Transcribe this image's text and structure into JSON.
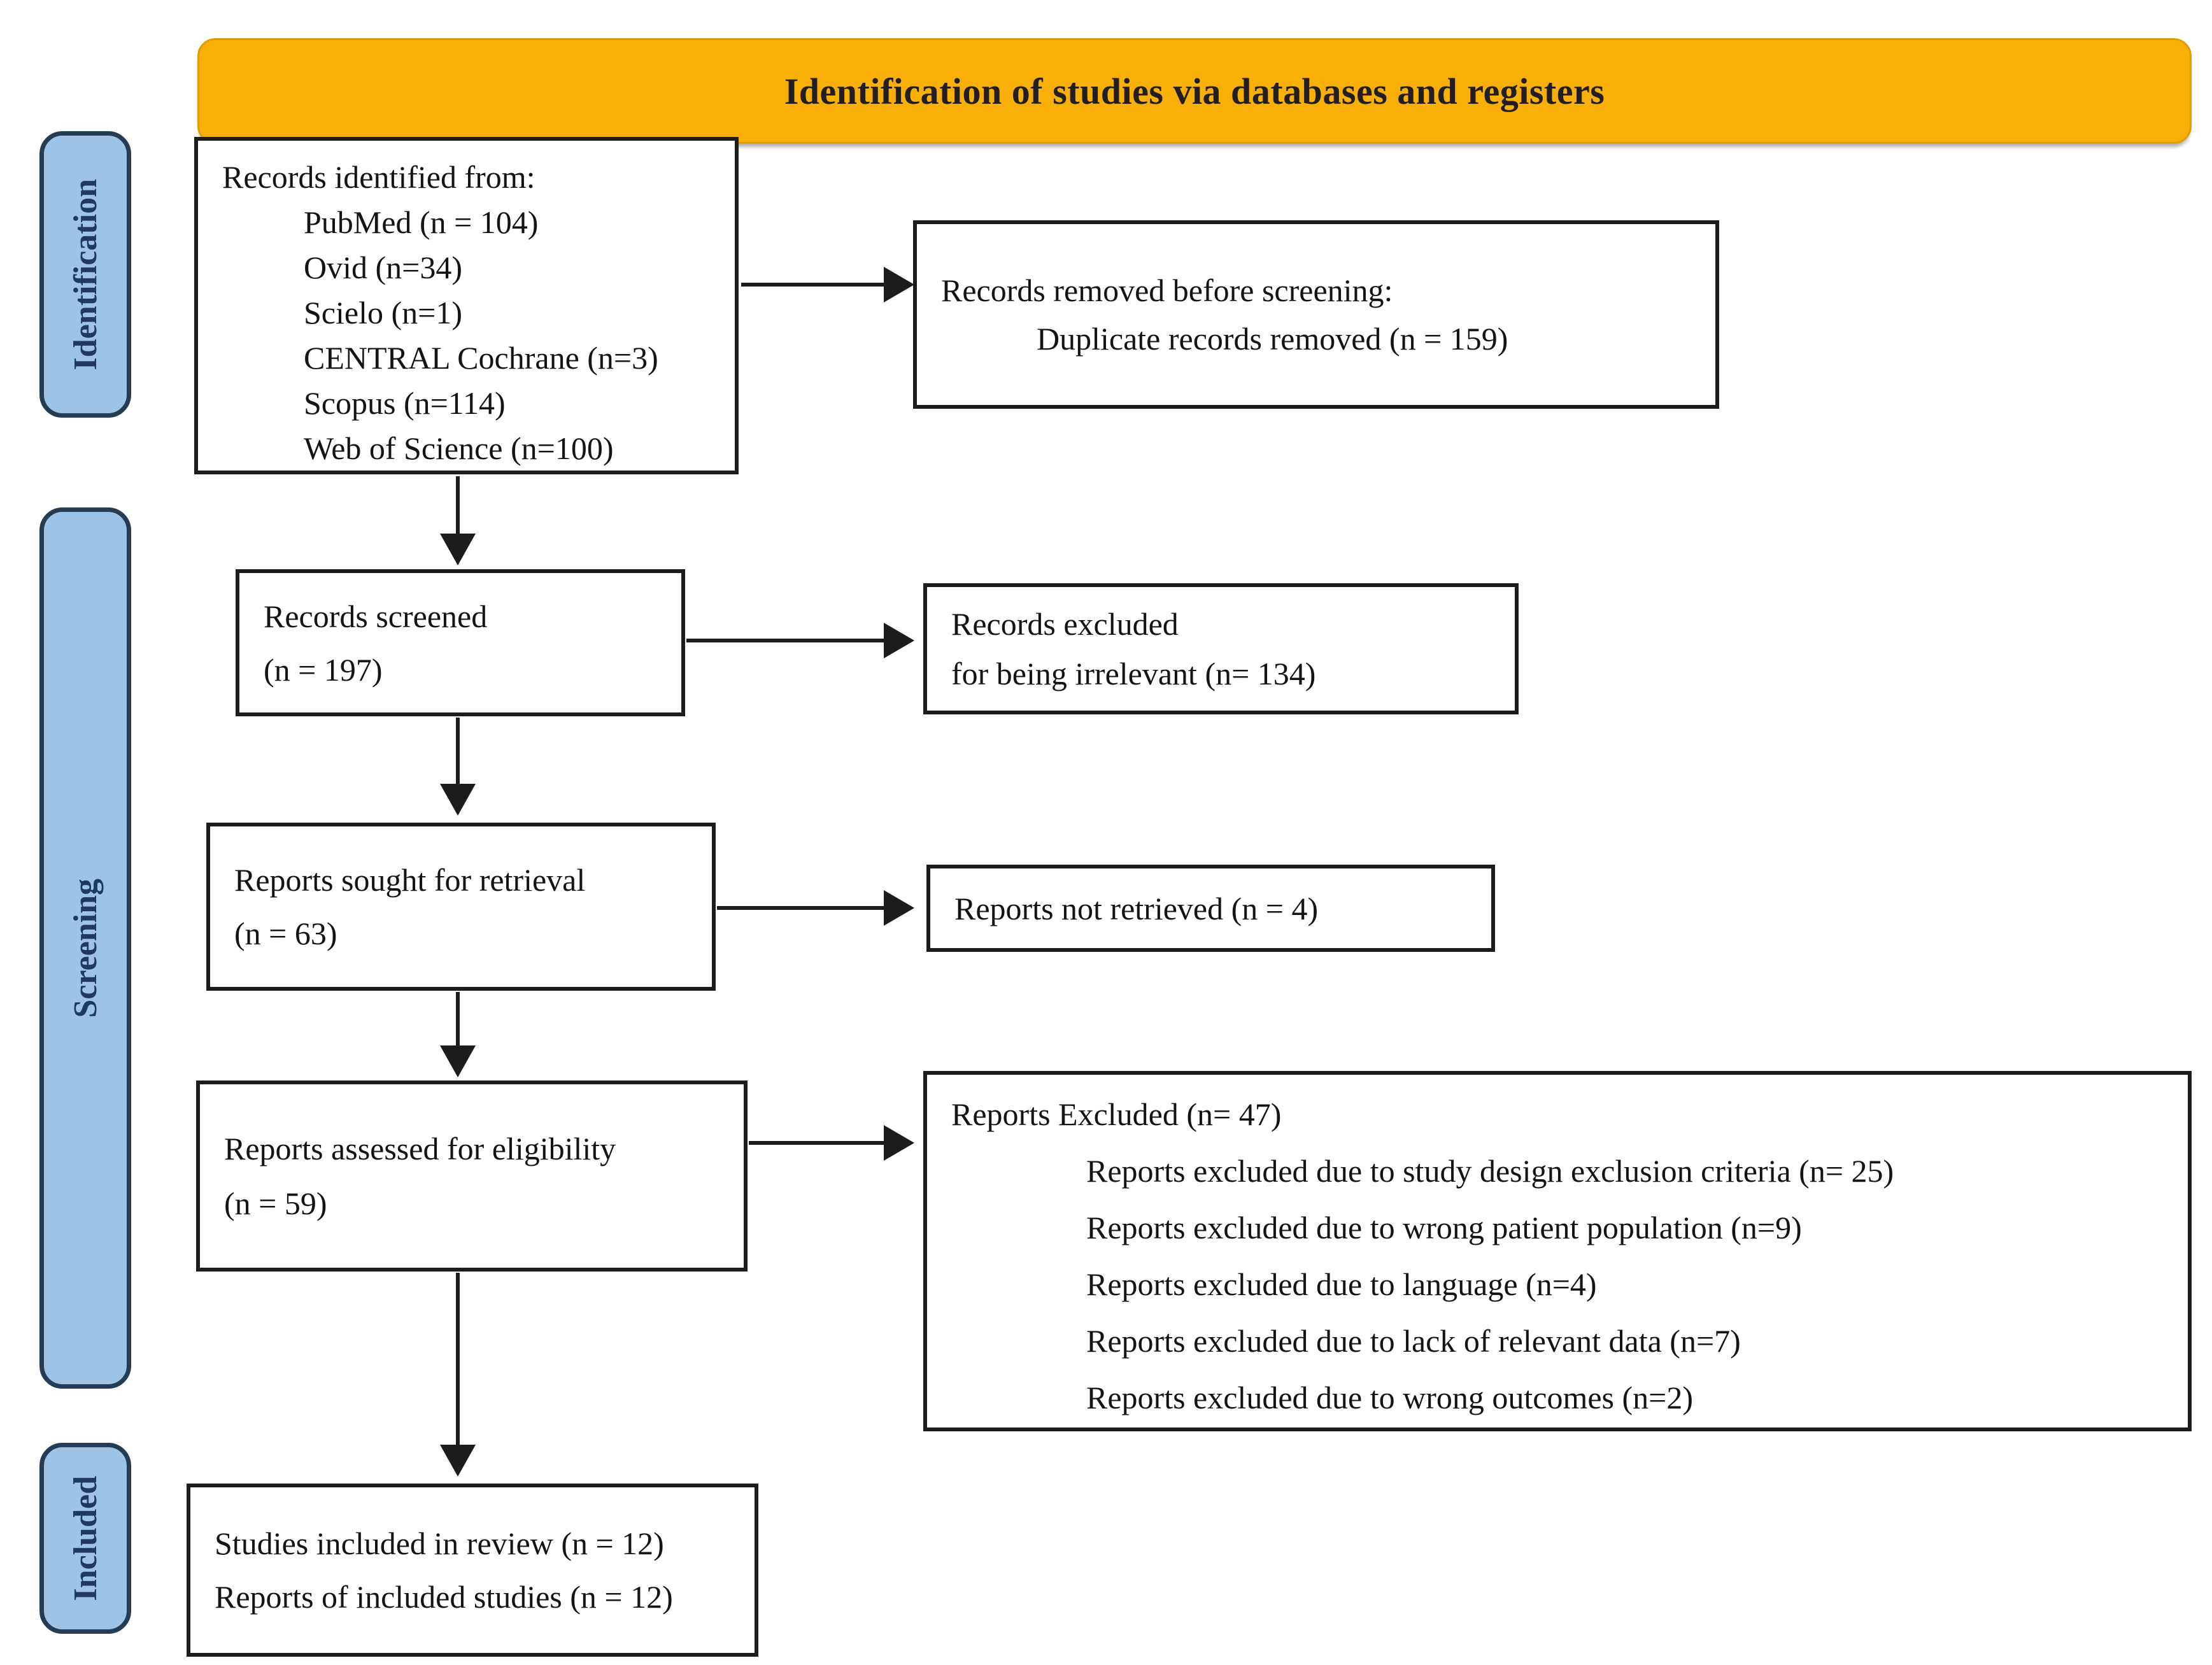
{
  "banner": {
    "title": "Identification of studies via databases and registers"
  },
  "stages": [
    {
      "label": "Identification"
    },
    {
      "label": "Screening"
    },
    {
      "label": "Included"
    }
  ],
  "boxes": {
    "identified": {
      "lines": [
        "Records identified from:",
        "PubMed (n = 104)",
        "Ovid (n=34)",
        "Scielo (n=1)",
        "CENTRAL Cochrane (n=3)",
        "Scopus (n=114)",
        "Web of Science (n=100)"
      ]
    },
    "removed": {
      "lines": [
        "Records removed before screening:",
        "Duplicate records removed (n = 159)"
      ]
    },
    "screened": {
      "lines": [
        "Records screened",
        "(n = 197)"
      ]
    },
    "excluded_irrelevant": {
      "lines": [
        "Records excluded",
        "for being irrelevant (n= 134)"
      ]
    },
    "sought": {
      "lines": [
        "Reports sought for retrieval",
        "(n = 63)"
      ]
    },
    "not_retrieved": {
      "lines": [
        "Reports not retrieved (n = 4)"
      ]
    },
    "assessed": {
      "lines": [
        "Reports assessed for eligibility",
        "(n = 59)"
      ]
    },
    "reports_excluded": {
      "lines": [
        "Reports Excluded (n= 47)",
        "Reports excluded due to study design exclusion criteria (n= 25)",
        "Reports excluded due to wrong patient population (n=9)",
        "Reports excluded due to language (n=4)",
        "Reports excluded due to lack of relevant data (n=7)",
        "Reports excluded due to wrong outcomes (n=2)"
      ]
    },
    "included_studies": {
      "lines": [
        "Studies included in review (n = 12)",
        "Reports of included studies (n = 12)"
      ]
    }
  },
  "colors": {
    "banner_bg": "#F8B008",
    "banner_border": "#E09D00",
    "stage_bg": "#9DC3E6",
    "stage_border": "#253C55",
    "stage_text": "#1F3864"
  }
}
